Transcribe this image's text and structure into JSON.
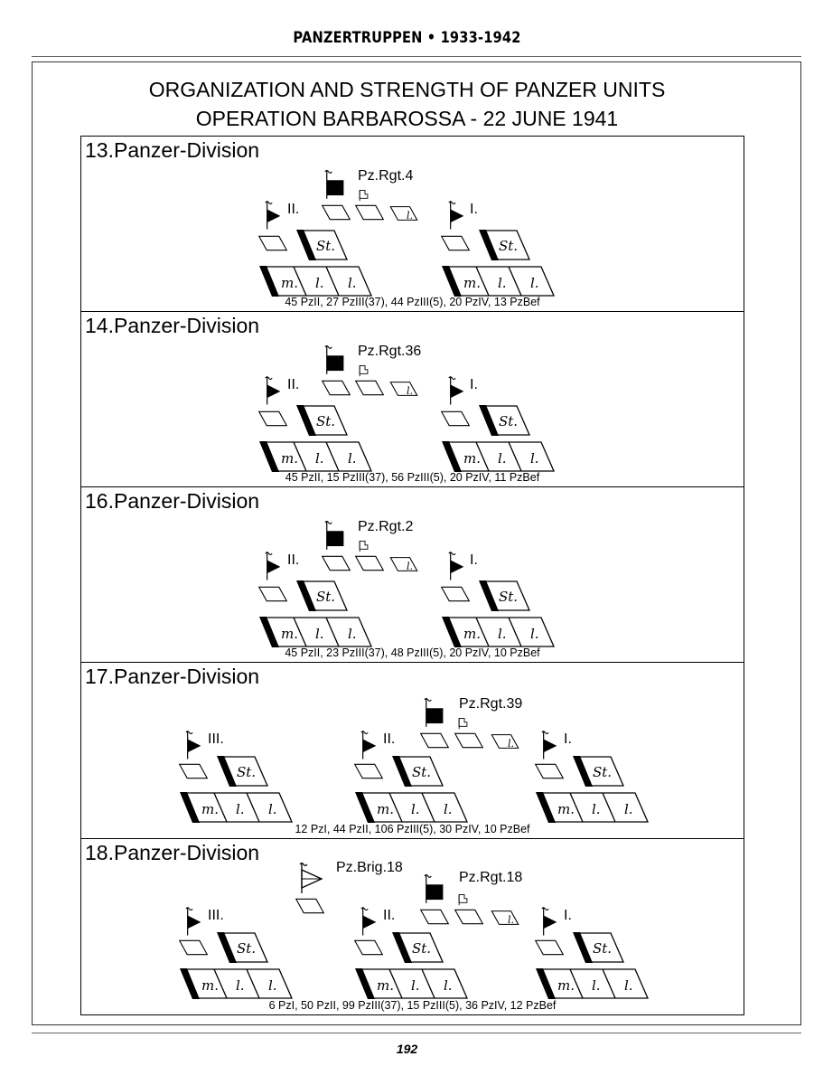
{
  "header": {
    "running_title": "PANZERTRUPPEN • 1933-1942"
  },
  "title": {
    "line1": "ORGANIZATION AND STRENGTH OF PANZER UNITS",
    "line2": "OPERATION BARBAROSSA - 22 JUNE 1941"
  },
  "symbols": {
    "staff": "St.",
    "medium": "m.",
    "light": "l."
  },
  "divisions": [
    {
      "name": "13.Panzer-Division",
      "regiment": "Pz.Rgt.4",
      "battalions": [
        "II.",
        "I."
      ],
      "strength": "45 PzII, 27 PzIII(37), 44 PzIII(5), 20 PzIV, 13 PzBef"
    },
    {
      "name": "14.Panzer-Division",
      "regiment": "Pz.Rgt.36",
      "battalions": [
        "II.",
        "I."
      ],
      "strength": "45 PzII, 15 PzIII(37), 56 PzIII(5), 20 PzIV, 11 PzBef"
    },
    {
      "name": "16.Panzer-Division",
      "regiment": "Pz.Rgt.2",
      "battalions": [
        "II.",
        "I."
      ],
      "strength": "45 PzII, 23 PzIII(37), 48 PzIII(5), 20 PzIV, 10 PzBef"
    },
    {
      "name": "17.Panzer-Division",
      "regiment": "Pz.Rgt.39",
      "battalions": [
        "III.",
        "II.",
        "I."
      ],
      "strength": "12 PzI, 44 PzII, 106 PzIII(5), 30 PzIV, 10 PzBef"
    },
    {
      "name": "18.Panzer-Division",
      "brigade": "Pz.Brig.18",
      "regiment": "Pz.Rgt.18",
      "battalions": [
        "III.",
        "II.",
        "I."
      ],
      "strength": "6 PzI, 50 PzII, 99 PzIII(37), 15 PzIII(5), 36 PzIV, 12 PzBef"
    }
  ],
  "footer": {
    "page_number": "192"
  }
}
